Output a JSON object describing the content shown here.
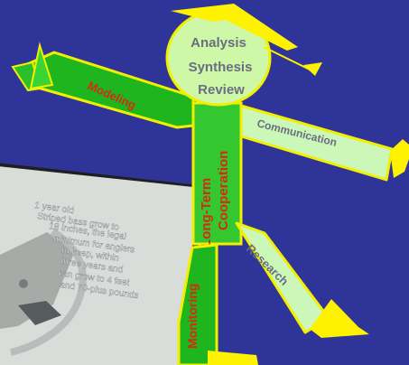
{
  "head_lines": [
    "Analysis",
    "Synthesis",
    "Review"
  ],
  "torso_lines": [
    "Long-Term",
    "Cooperation"
  ],
  "arms": {
    "left": "Modeling",
    "right": "Communication"
  },
  "legs": {
    "left": "Monitoring",
    "right": "Research"
  },
  "photo_caption": [
    "1 year old",
    "Striped bass grow to",
    "18 inches, the legal",
    "minimum for anglers",
    "to keep, within",
    "three years and",
    "can grow to 4 feet",
    "and 70-plus pounds"
  ],
  "colors": {
    "background": "#2f3598",
    "limb_green": "#1fb51e",
    "limb_light_green": "#cbf7b8",
    "head_fill": "#cff7a8",
    "border_yellow": "#f2ef00",
    "cap_yellow": "#fff200",
    "label_red": "#d82a12",
    "label_grey": "#6b6d80"
  }
}
